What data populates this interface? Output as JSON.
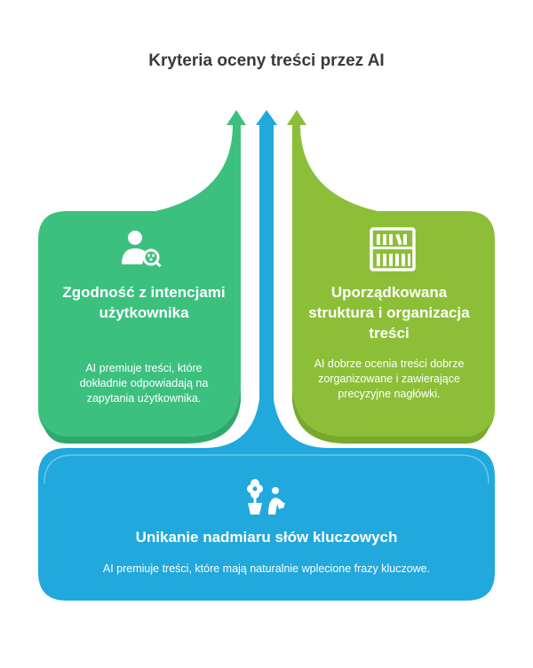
{
  "title": "Kryteria oceny treści przez AI",
  "cards": {
    "left": {
      "title": "Zgodność z intencjami użytkownika",
      "description": "AI premiuje treści, które dokładnie odpowiadają na zapytania użytkownika.",
      "icon": "user-search-icon",
      "color": "#3cc07e"
    },
    "right": {
      "title": "Uporządkowana struktura i organizacja treści",
      "description": "AI dobrze ocenia treści dobrze zorganizowane i zawierające precyzyjne nagłówki.",
      "icon": "bookshelf-icon",
      "color": "#8cbf37"
    },
    "bottom": {
      "title": "Unikanie nadmiaru słów kluczowych",
      "description": "AI premiuje treści, które mają naturalnie wplecione frazy kluczowe.",
      "icon": "gardening-icon",
      "color": "#21a8dd"
    }
  }
}
